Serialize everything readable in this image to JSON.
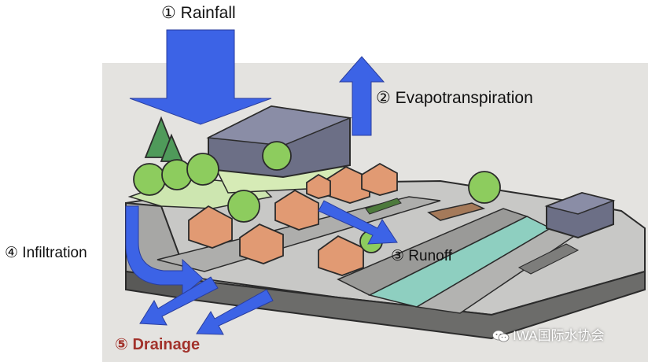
{
  "labels": {
    "rainfall": "① Rainfall",
    "evapotranspiration": "② Evapotranspiration",
    "runoff": "③ Runoff",
    "infiltration": "④ Infiltration",
    "drainage": "⑤ Drainage"
  },
  "watermark": "IWA国际水协会",
  "colors": {
    "arrow": "#3c63e6",
    "drainage_text": "#a2322b",
    "ground": "#c9c9c7",
    "house": "#e19a73",
    "tree": "#8dcc5e",
    "building": "#6c6f86",
    "water": "#8ecfc0"
  },
  "icons": [
    "wechat-icon"
  ]
}
